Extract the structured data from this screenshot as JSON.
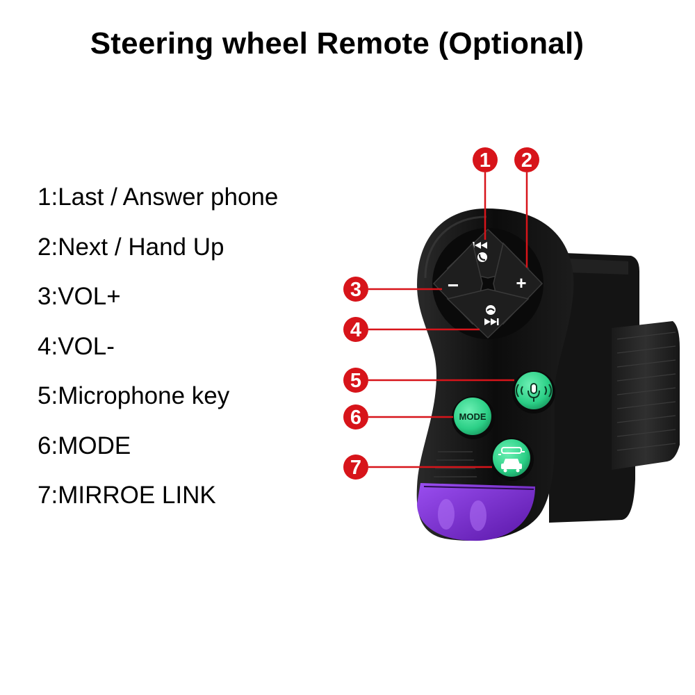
{
  "title": "Steering wheel Remote (Optional)",
  "legend": [
    {
      "text": "1:Last / Answer phone"
    },
    {
      "text": "2:Next / Hand Up"
    },
    {
      "text": "3:VOL+"
    },
    {
      "text": "4:VOL-"
    },
    {
      "text": "5:Microphone key"
    },
    {
      "text": "6:MODE"
    },
    {
      "text": "7:MIRROE LINK"
    }
  ],
  "callouts": {
    "c1": "1",
    "c2": "2",
    "c3": "3",
    "c4": "4",
    "c5": "5",
    "c6": "6",
    "c7": "7"
  },
  "buttons": {
    "plus": "+",
    "minus": "−",
    "mode": "MODE"
  },
  "colors": {
    "callout": "#d7141a",
    "remote_body": "#111111",
    "green_button": "#2fd38a",
    "light_cover": "#7a2bd6"
  }
}
